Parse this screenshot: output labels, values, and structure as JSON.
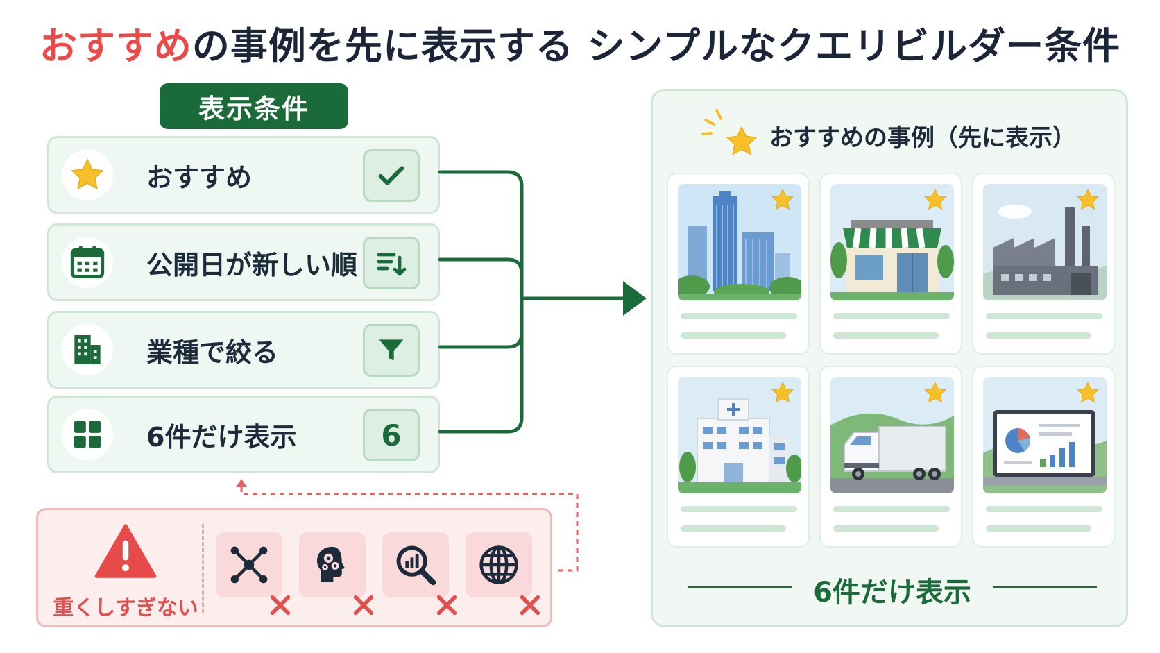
{
  "title": {
    "accent": "おすすめ",
    "rest": "の事例を先に表示する シンプルなクエリビルダー条件"
  },
  "conditions_header": "表示条件",
  "conditions": [
    {
      "label": "おすすめ",
      "icon": "star-icon",
      "action_icon": "check-icon"
    },
    {
      "label": "公開日が新しい順",
      "icon": "calendar-icon",
      "action_icon": "sort-descending-icon"
    },
    {
      "label": "業種で絞る",
      "icon": "building-icon",
      "action_icon": "filter-icon"
    },
    {
      "label": "6件だけ表示",
      "icon": "grid-icon",
      "action_value": "6"
    }
  ],
  "warning": {
    "label": "重くしすぎない",
    "icon": "warning-icon",
    "excluded_items": [
      {
        "icon": "network-icon"
      },
      {
        "icon": "ai-brain-gears-icon"
      },
      {
        "icon": "search-analytics-icon"
      },
      {
        "icon": "globe-icon"
      }
    ]
  },
  "results_panel": {
    "title": "おすすめの事例（先に表示）",
    "cards": [
      {
        "image": "office-buildings-icon"
      },
      {
        "image": "storefront-icon"
      },
      {
        "image": "factory-icon"
      },
      {
        "image": "hospital-icon"
      },
      {
        "image": "delivery-truck-icon"
      },
      {
        "image": "laptop-dashboard-icon"
      }
    ],
    "footer": "6件だけ表示"
  },
  "colors": {
    "primary_green": "#1b6a3a",
    "accent_red": "#e94b4b",
    "star_yellow": "#f6c02a",
    "panel_bg": "#f1f8f3",
    "warning_bg": "#fdeeee"
  }
}
